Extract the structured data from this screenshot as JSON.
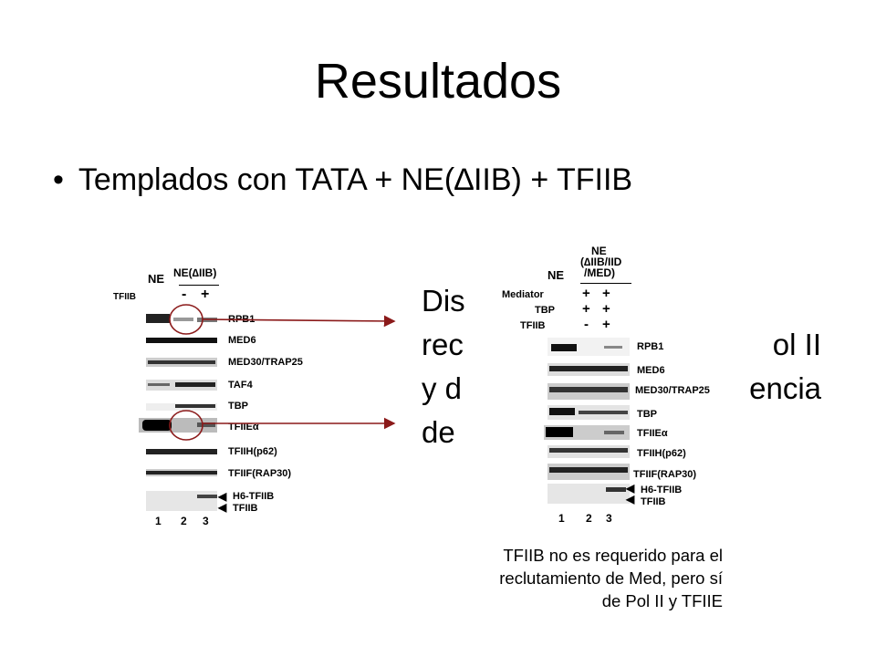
{
  "title": "Resultados",
  "bullet": "Templados con TATA + NE(∆IIB) + TFIIB",
  "background_text": {
    "left_lines": [
      "Dis",
      "rec",
      "y d",
      "de"
    ],
    "right_lines": [
      "ol II",
      "encia"
    ]
  },
  "gel_left": {
    "ne_label": "NE",
    "ne_delta_label": "NE(∆IIB)",
    "tfiib_label": "TFIIB",
    "minus": "-",
    "plus": "+",
    "bands": [
      "RPB1",
      "MED6",
      "MED30/TRAP25",
      "TAF4",
      "TBP",
      "TFIIEα",
      "TFIIH(p62)",
      "TFIIF(RAP30)",
      "H6-TFIIB",
      "TFIIB"
    ],
    "lanes": [
      "1",
      "2",
      "3"
    ]
  },
  "gel_right": {
    "ne_label": "NE",
    "ne_header": [
      "NE",
      "(∆IIB/IID",
      "/MED)"
    ],
    "rows": [
      {
        "label": "Mediator",
        "signs": [
          "+",
          "+"
        ]
      },
      {
        "label": "TBP",
        "signs": [
          "+",
          "+"
        ]
      },
      {
        "label": "TFIIB",
        "signs": [
          "-",
          "+"
        ]
      }
    ],
    "bands": [
      "RPB1",
      "MED6",
      "MED30/TRAP25",
      "TBP",
      "TFIIEα",
      "TFIIH(p62)",
      "TFIIF(RAP30)",
      "H6-TFIIB",
      "TFIIB"
    ],
    "lanes": [
      "1",
      "2",
      "3"
    ]
  },
  "caption": [
    "TFIIB no es requerido para el",
    "reclutamiento de Med, pero sí",
    "de Pol II y TFIIE"
  ],
  "colors": {
    "annotation": "#8b1a1a",
    "band": "#1a1a1a"
  }
}
